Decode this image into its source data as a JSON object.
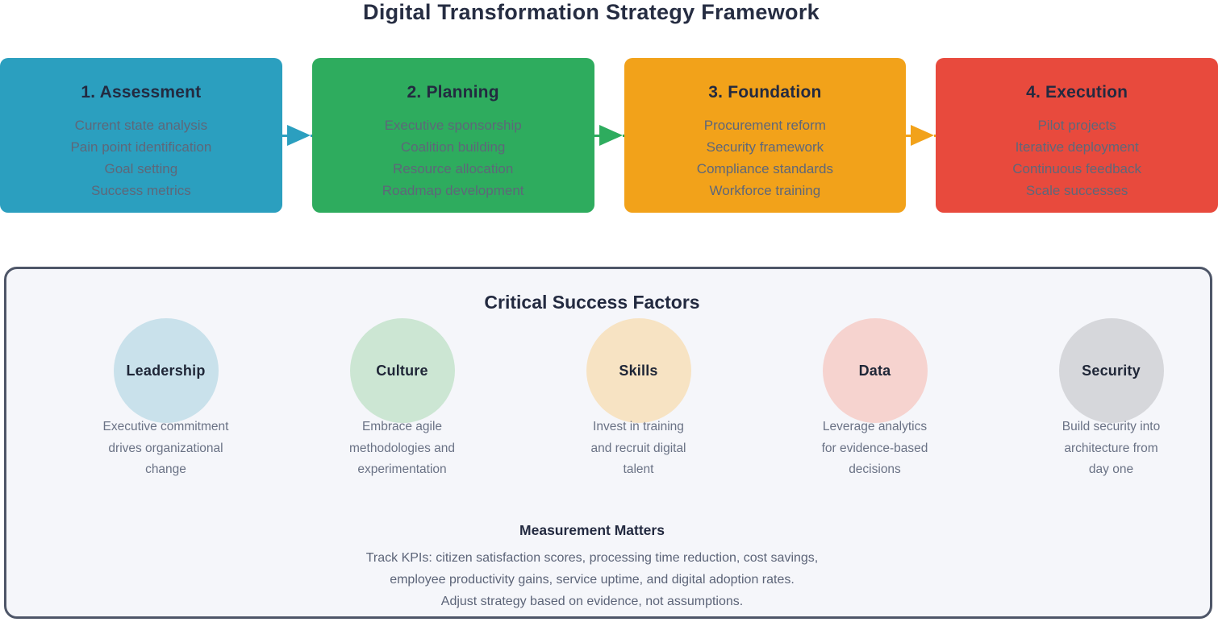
{
  "title": "Digital Transformation Strategy Framework",
  "phases": [
    {
      "name": "1. Assessment",
      "color": "#2b9fbf",
      "items": [
        "Current state analysis",
        "Pain point identification",
        "Goal setting",
        "Success metrics"
      ]
    },
    {
      "name": "2. Planning",
      "color": "#2eac5e",
      "items": [
        "Executive sponsorship",
        "Coalition building",
        "Resource allocation",
        "Roadmap development"
      ]
    },
    {
      "name": "3. Foundation",
      "color": "#f2a21a",
      "items": [
        "Procurement reform",
        "Security framework",
        "Compliance standards",
        "Workforce training"
      ]
    },
    {
      "name": "4. Execution",
      "color": "#e84a3d",
      "items": [
        "Pilot projects",
        "Iterative deployment",
        "Continuous feedback",
        "Scale successes"
      ]
    }
  ],
  "success_panel": {
    "title": "Critical Success Factors",
    "background_color": "#f5f6fa",
    "border_color": "#4e5668",
    "factors": [
      {
        "name": "Leadership",
        "circle_color": "#c9e1eb",
        "description_lines": [
          "Executive commitment",
          "drives organizational",
          "change"
        ]
      },
      {
        "name": "Culture",
        "circle_color": "#cce6d3",
        "description_lines": [
          "Embrace agile",
          "methodologies and",
          "experimentation"
        ]
      },
      {
        "name": "Skills",
        "circle_color": "#f7e3c3",
        "description_lines": [
          "Invest in training",
          "and recruit digital",
          "talent"
        ]
      },
      {
        "name": "Data",
        "circle_color": "#f6d3cf",
        "description_lines": [
          "Leverage analytics",
          "for evidence-based",
          "decisions"
        ]
      },
      {
        "name": "Security",
        "circle_color": "#d6d7db",
        "description_lines": [
          "Build security into",
          "architecture from",
          "day one"
        ]
      }
    ],
    "measurement": {
      "title": "Measurement Matters",
      "lines": [
        "Track KPIs: citizen satisfaction scores, processing time reduction, cost savings,",
        "employee productivity gains, service uptime, and digital adoption rates.",
        "Adjust strategy based on evidence, not assumptions."
      ]
    }
  }
}
